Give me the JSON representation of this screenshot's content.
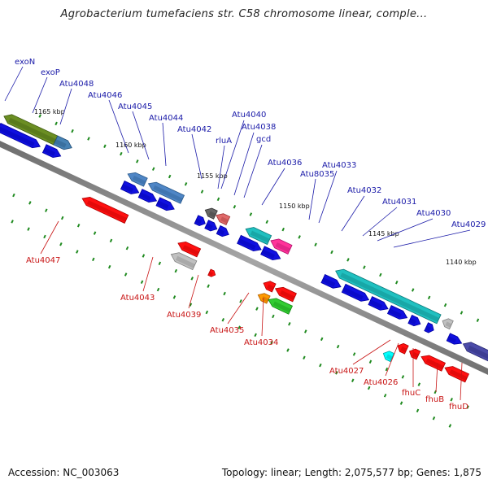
{
  "title": "Agrobacterium tumefaciens str. C58 chromosome linear, comple...",
  "accession_text": "Accession: NC_003063",
  "stats_text": "Topology: linear; Length: 2,075,577 bp; Genes: 1,875",
  "colors": {
    "backbone": "#8c8c8c",
    "tick": "#1f8a1f",
    "forward_label": "#1a1aa8",
    "reverse_label": "#c81414"
  },
  "kbp_ticks": [
    {
      "text": "1165 kbp"
    },
    {
      "text": "1160 kbp"
    },
    {
      "text": "1155 kbp"
    },
    {
      "text": "1150 kbp"
    },
    {
      "text": "1145 kbp"
    },
    {
      "text": "1140 kbp"
    }
  ],
  "forward_labels": [
    "exoN",
    "exoP",
    "Atu4048",
    "Atu4046",
    "Atu4045",
    "Atu4044",
    "Atu4042",
    "rluA",
    "Atu4040",
    "Atu4038",
    "gcd",
    "Atu4036",
    "Atu8035",
    "Atu4033",
    "Atu4032",
    "Atu4031",
    "Atu4030",
    "Atu4029"
  ],
  "reverse_labels": [
    "Atu4047",
    "Atu4043",
    "Atu4039",
    "Atu4035",
    "Atu4034",
    "Atu4027",
    "Atu4026",
    "fhuC",
    "fhuB",
    "fhuD"
  ]
}
